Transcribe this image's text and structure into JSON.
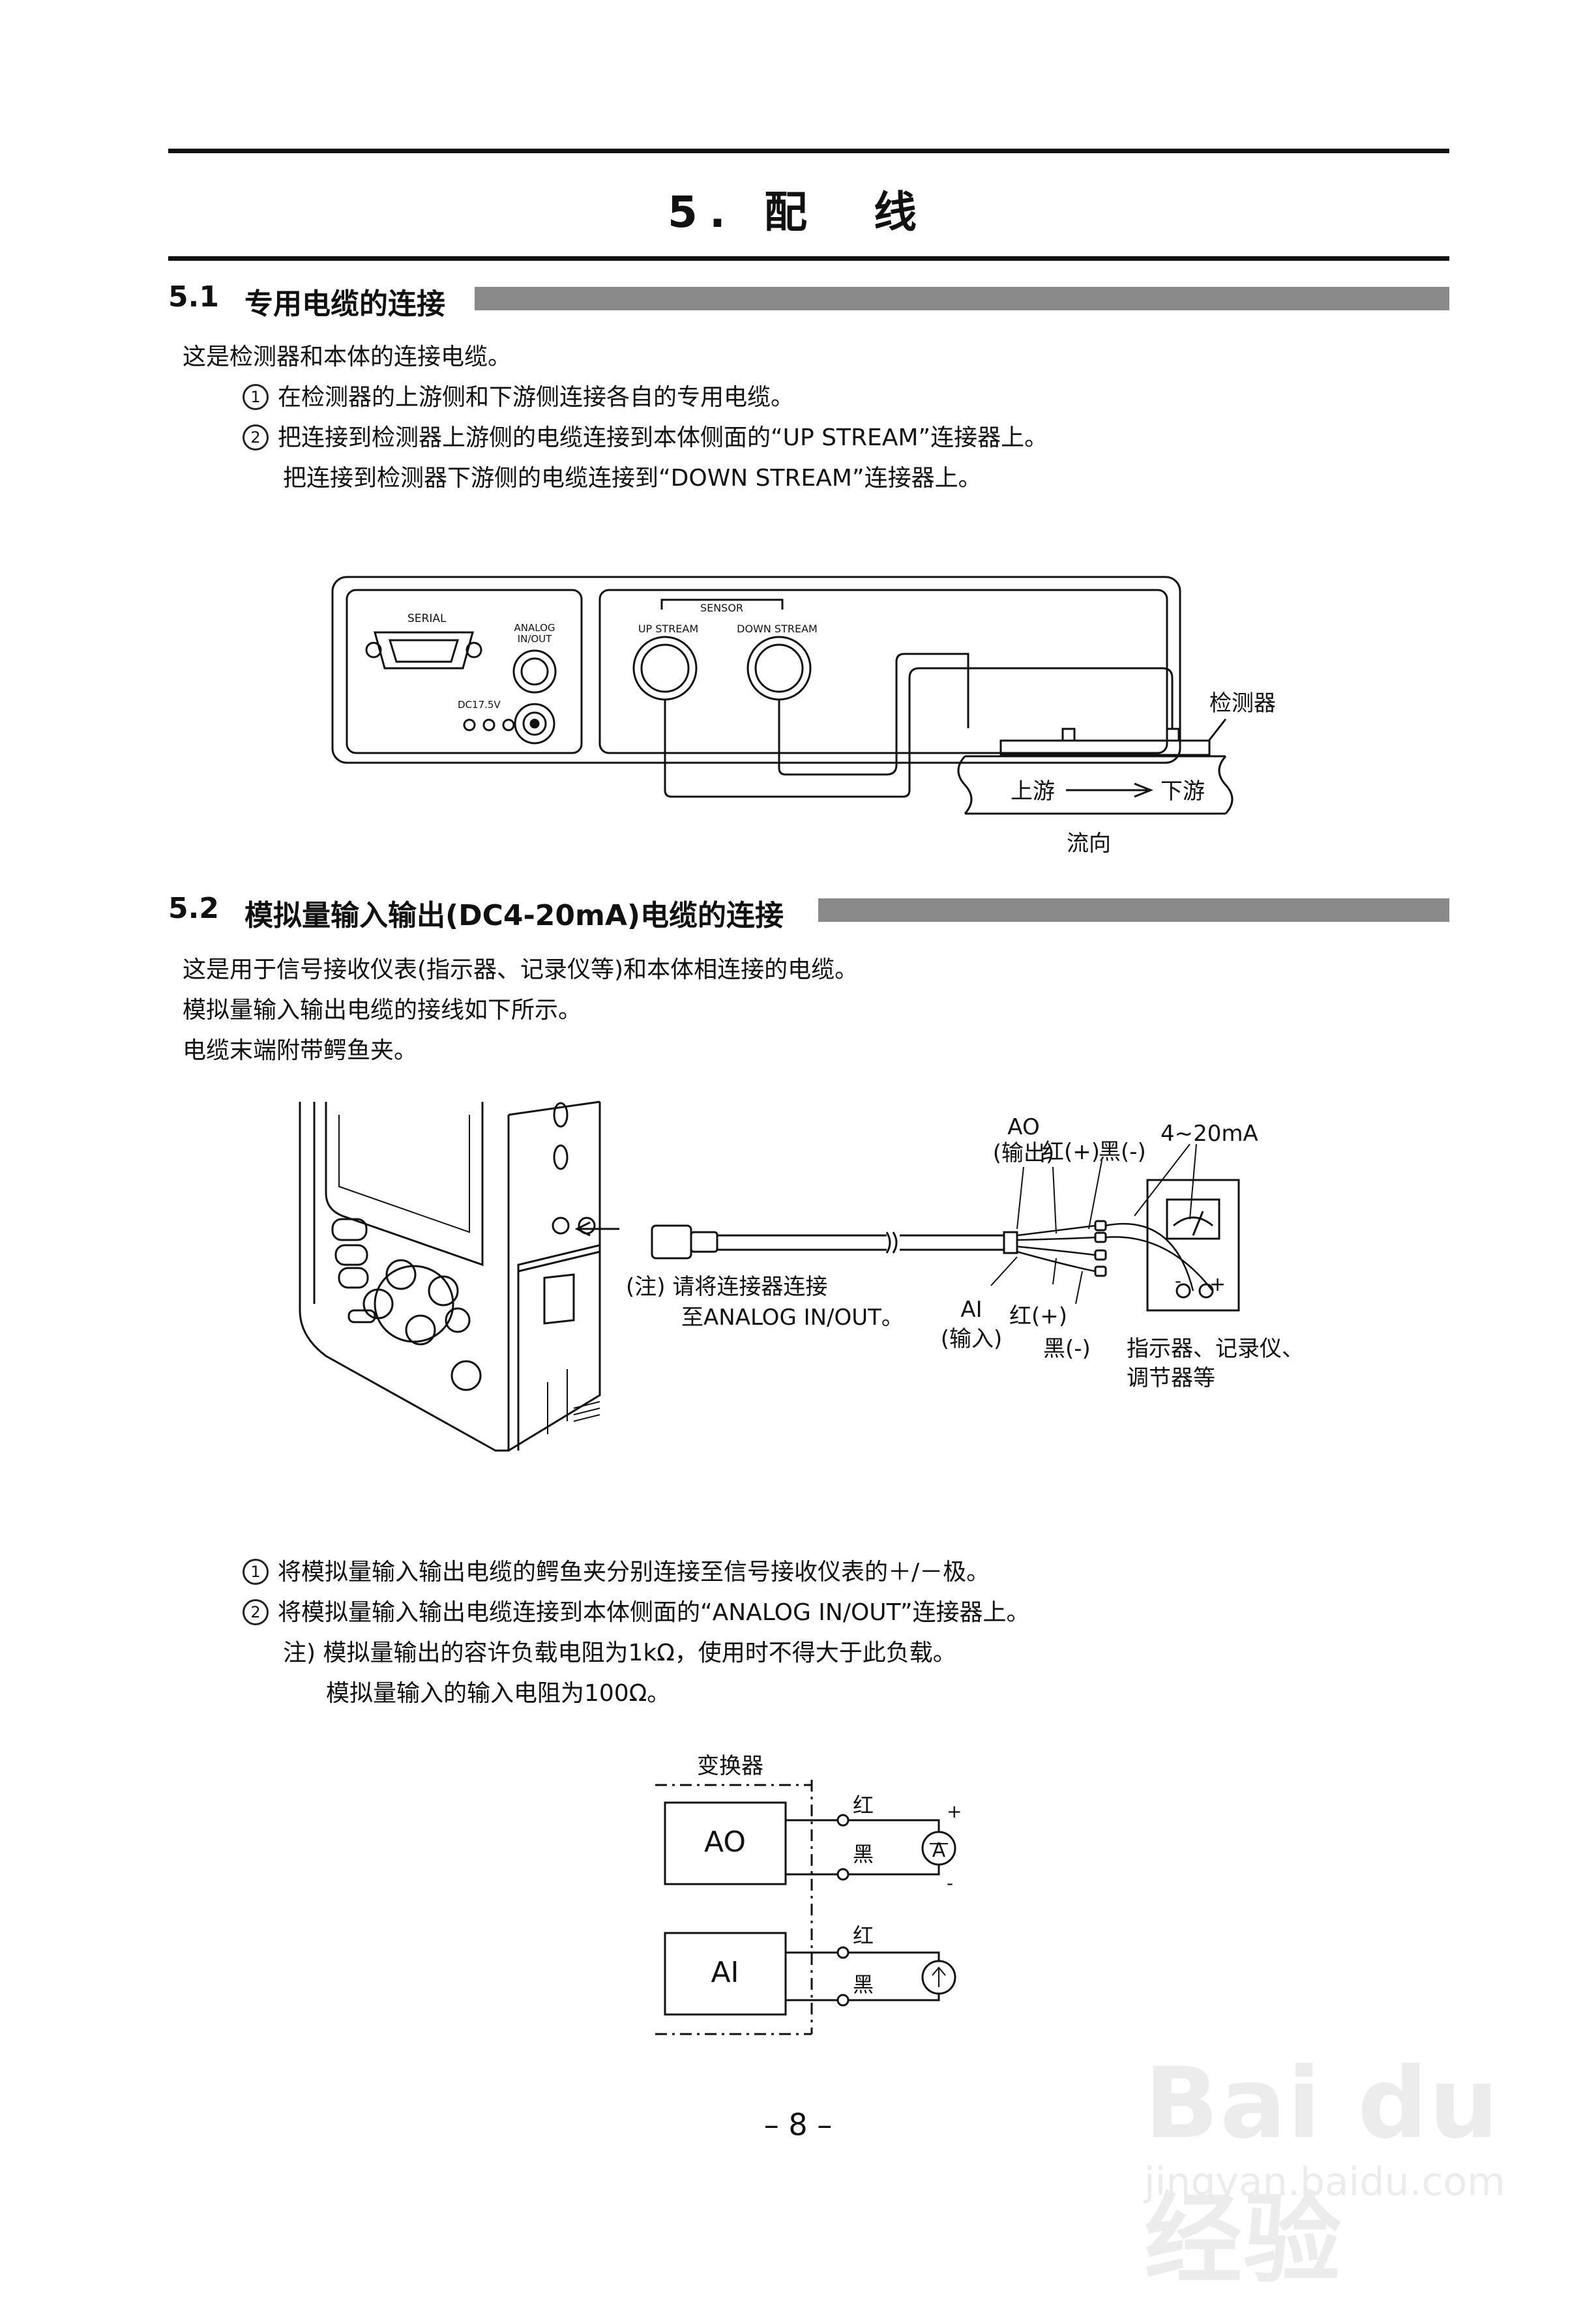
{
  "chapter_title": "5. 配　线",
  "section1": {
    "number": "5.1",
    "title": "专用电缆的连接",
    "intro": "这是检测器和本体的连接电缆。",
    "steps": [
      {
        "num": "1",
        "text": "在检测器的上游侧和下游侧连接各自的专用电缆。"
      },
      {
        "num": "2",
        "text": "把连接到检测器上游侧的电缆连接到本体侧面的“UP STREAM”连接器上。"
      }
    ],
    "step2_cont": "把连接到检测器下游侧的电缆连接到“DOWN STREAM”连接器上。"
  },
  "figure1": {
    "serial": "SERIAL",
    "analog1": "ANALOG",
    "analog2": "IN/OUT",
    "dc": "DC17.5V",
    "sensor": "SENSOR",
    "up": "UP  STREAM",
    "down": "DOWN  STREAM",
    "detector": "检测器",
    "upstream": "上游",
    "downstream": "下游",
    "flow": "流向"
  },
  "section2": {
    "number": "5.2",
    "title": "模拟量输入输出(DC4-20mA)电缆的连接",
    "lines": [
      "这是用于信号接收仪表(指示器、记录仪等)和本体相连接的电缆。",
      "模拟量输入输出电缆的接线如下所示。",
      "电缆末端附带鳄鱼夹。"
    ]
  },
  "figure2": {
    "ao": "AO",
    "ao_sub": "(输出)",
    "red_plus_top": "红(+)",
    "black_minus_top": "黑(-)",
    "current": "4~20mA",
    "note1": "(注) 请将连接器连接",
    "note2": "至ANALOG IN/OUT。",
    "ai": "AI",
    "ai_sub": "(输入)",
    "red_plus_bottom": "红(+)",
    "black_minus_bottom": "黑(-)",
    "meter_minus": "-",
    "meter_plus": "+",
    "device1": "指示器、记录仪、",
    "device2": "调节器等"
  },
  "section2_steps": [
    {
      "num": "1",
      "text": "将模拟量输入输出电缆的鳄鱼夹分别连接至信号接收仪表的＋/－极。"
    },
    {
      "num": "2",
      "text": "将模拟量输入输出电缆连接到本体侧面的“ANALOG IN/OUT”连接器上。"
    }
  ],
  "note_line1": "注) 模拟量输出的容许负载电阻为1kΩ，使用时不得大于此负载。",
  "note_line2": "模拟量输入的输入电阻为100Ω。",
  "figure3": {
    "converter": "变换器",
    "ao": "AO",
    "ai": "AI",
    "red1": "红",
    "black1": "黑",
    "red2": "红",
    "black2": "黑",
    "plus": "+",
    "minus": "-",
    "ammeter": "A"
  },
  "page_number": "– 8 –",
  "watermark": {
    "brand": "Bai du 经验",
    "url": "jingyan.baidu.com"
  }
}
